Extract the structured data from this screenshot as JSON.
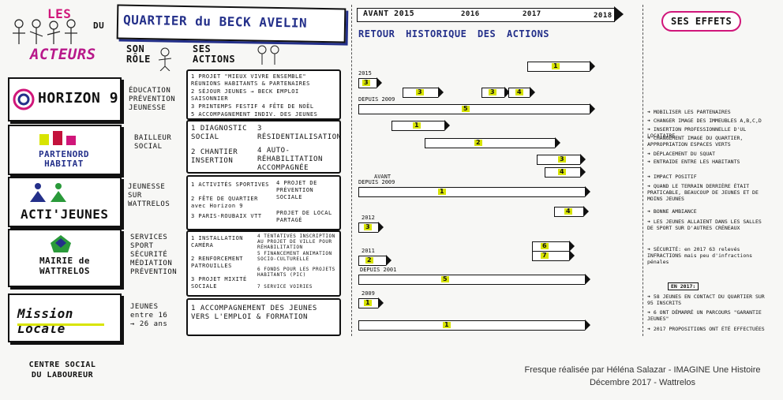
{
  "header": {
    "les": "LES",
    "acteurs": "ACTEURS",
    "du": "DU",
    "quartier_title": "QUARTIER du BECK AVELIN"
  },
  "columns": {
    "son_role": "SON RÔLE",
    "ses_actions": "SES ACTIONS"
  },
  "timeline_header": {
    "avant_2015": "AVANT 2015",
    "y2016": "2016",
    "y2017": "2017",
    "y2018": "2018",
    "title": "RETOUR HISTORIQUE DES ACTIONS"
  },
  "effects_title": "SES EFFETS",
  "actors": [
    {
      "name": "HORIZON 9",
      "role": "ÉDUCATION PRÉVENTION JEUNESSE",
      "actions": [
        "1 PROJET \"MIEUX VIVRE ENSEMBLE\" RÉUNIONS HABITANTS & PARTENAIRES",
        "2 SÉJOUR JEUNES → BECK EMPLOI SAISONNIER",
        "3 PRINTEMPS FESTIF   4 FÊTE DE NOËL",
        "5 ACCOMPAGNEMENT INDIV. DES JEUNES"
      ]
    },
    {
      "name": "PARTENORD HABITAT",
      "role": "BAILLEUR SOCIAL",
      "actions": [
        "1 DIAGNOSTIC SOCIAL",
        "2 CHANTIER INSERTION",
        "3 RÉSIDENTIALISATION",
        "4 AUTO-RÉHABILITATION ACCOMPAGNÉE"
      ]
    },
    {
      "name": "ACTI'JEUNES",
      "role": "JEUNESSE SUR WATTRELOS",
      "actions": [
        "1 ACTIVITÉS SPORTIVES",
        "2 FÊTE DE QUARTIER avec Horizon 9",
        "3 PARIS-ROUBAIX VTT",
        "4 PROJET DE PRÉVENTION SOCIALE",
        "PROJET DE LOCAL PARTAGÉ"
      ]
    },
    {
      "name": "MAIRIE de WATTRELOS",
      "role": "SERVICES SPORT SÉCURITÉ MÉDIATION PRÉVENTION",
      "actions": [
        "1 INSTALLATION CAMÉRA",
        "2 RENFORCEMENT PATROUILLES",
        "3 PROJET MIXITÉ SOCIALE",
        "4 TENTATIVES INSCRIPTION AU PROJET DE VILLE POUR RÉHABILITATION",
        "5 FINANCEMENT ANIMATION SOCIO-CULTURELLE",
        "6 FONDS POUR LES PROJETS HABITANTS (PIC)",
        "7 SERVICE VOIRIES"
      ]
    },
    {
      "name": "Mission Locale",
      "role": "JEUNES entre 16 → 26 ans",
      "actions": [
        "1 ACCOMPAGNEMENT DES JEUNES VERS L'EMPLOI & FORMATION"
      ]
    }
  ],
  "footer_actor": "CENTRE SOCIAL DU LABOUREUR",
  "timeline_labels": {
    "l2015": "2015",
    "depuis2009a": "DEPUIS 2009",
    "avant": "AVANT",
    "depuis2009b": "DEPUIS 2009",
    "l2012": "2012",
    "l2011": "2011",
    "depuis2001": "DEPUIS 2001",
    "l2009": "2009"
  },
  "effects": [
    "MOBILISER LES PARTENAIRES",
    "CHANGER IMAGE DES IMMEUBLES A,B,C,D",
    "INSERTION PROFESSIONNELLE D'UL LOCATAIRE",
    "CHANGEMENT IMAGE DU QUARTIER, APPROPRIATION ESPACES VERTS",
    "DÉPLACEMENT DU SQUAT",
    "ENTRAIDE ENTRE LES HABITANTS",
    "IMPACT POSITIF",
    "QUAND LE TERRAIN DERRIÈRE ÉTAIT PRATICABLE, BEAUCOUP DE JEUNES ET DE MOINS JEUNES",
    "BONNE AMBIANCE",
    "LES JEUNES ALLAIENT DANS LES SALLES DE SPORT SUR D'AUTRES CRÉNEAUX",
    "SÉCURITÉ: en 2017 63 relevés INFRACTIONS mais peu d'infractions pénales",
    "EN 2017:",
    "58 JEUNES EN CONTACT DU QUARTIER SUR 95 INSCRITS",
    "6 ONT DÉMARRÉ UN PARCOURS \"GARANTIE JEUNES\"",
    "2017 PROPOSITIONS ONT ÉTÉ EFFECTUÉES"
  ],
  "credit": {
    "line1": "Fresque réalisée par Héléna Salazar - IMAGINE Une Histoire",
    "line2": "Décembre 2017 - Wattrelos"
  }
}
